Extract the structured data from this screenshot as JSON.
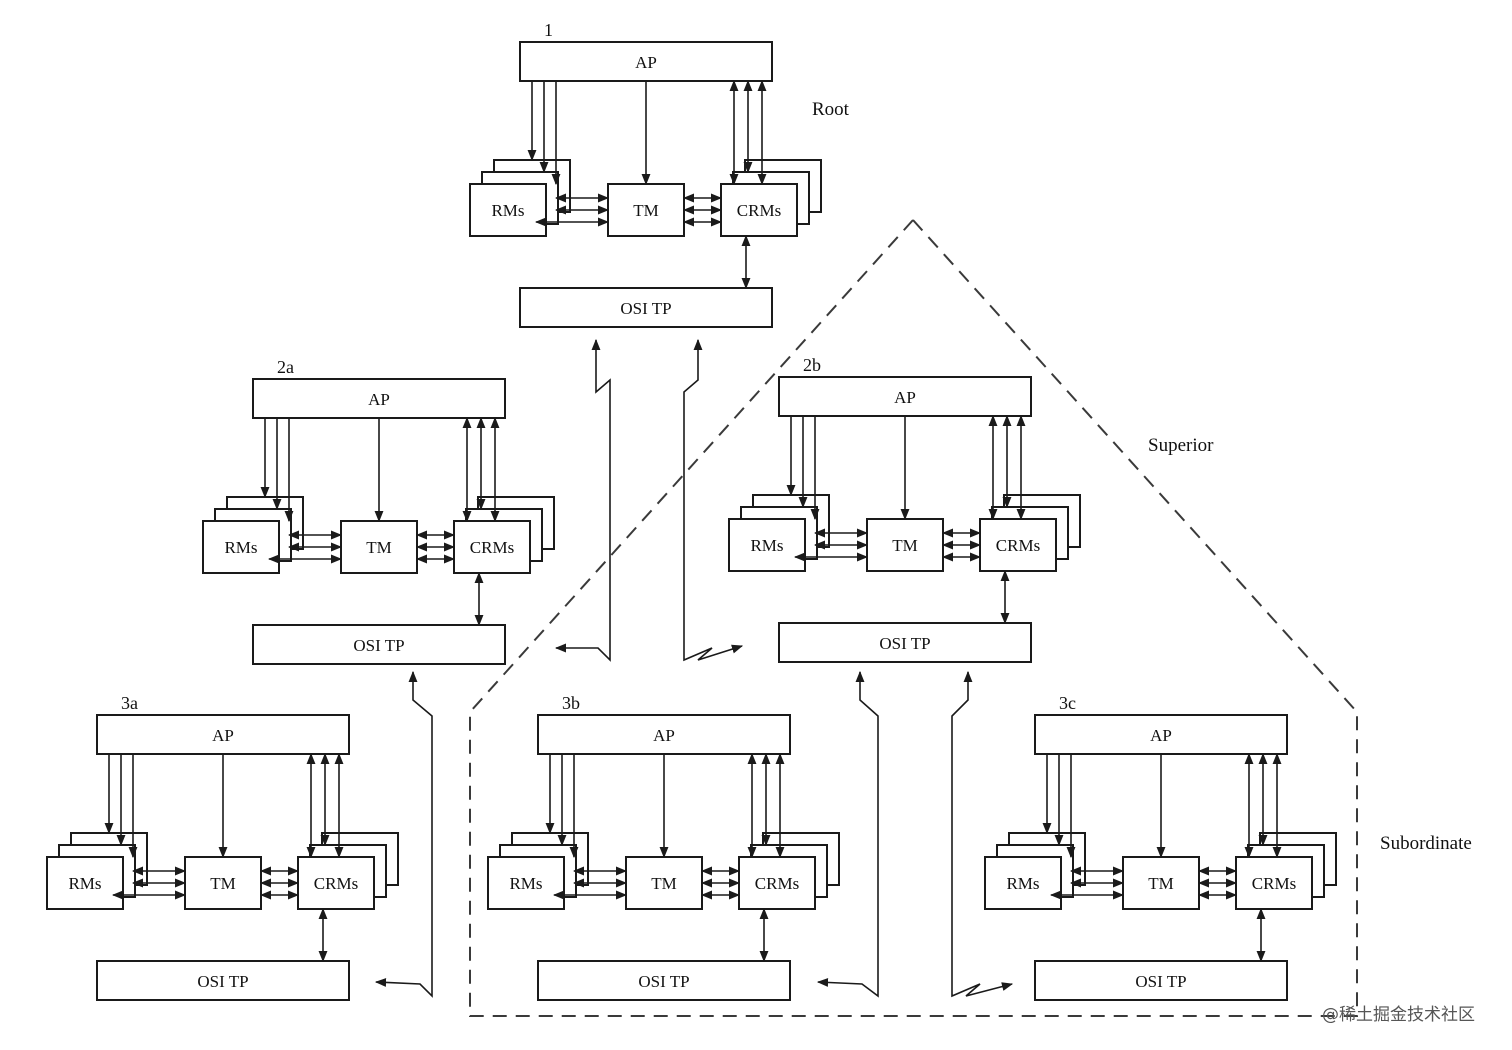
{
  "node_labels": {
    "ap": "AP",
    "rms": "RMs",
    "tm": "TM",
    "crms": "CRMs",
    "osi": "OSI TP"
  },
  "nodes": [
    {
      "id": "1",
      "label": "1"
    },
    {
      "id": "2a",
      "label": "2a"
    },
    {
      "id": "2b",
      "label": "2b"
    },
    {
      "id": "3a",
      "label": "3a"
    },
    {
      "id": "3b",
      "label": "3b"
    },
    {
      "id": "3c",
      "label": "3c"
    }
  ],
  "regions": {
    "root": "Root",
    "superior": "Superior",
    "subordinate": "Subordinate"
  },
  "edges": [
    {
      "from": "1",
      "to": "2a"
    },
    {
      "from": "1",
      "to": "2b"
    },
    {
      "from": "2a",
      "to": "3a"
    },
    {
      "from": "2b",
      "to": "3b"
    },
    {
      "from": "2b",
      "to": "3c"
    }
  ],
  "watermark": "@稀土掘金技术社区",
  "colors": {
    "line": "#1a1a1a",
    "background": "#ffffff"
  }
}
